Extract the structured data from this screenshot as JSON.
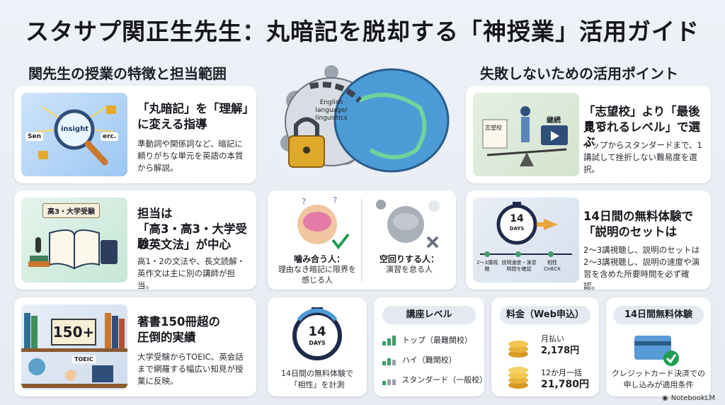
{
  "title": "スタサプ関正生先生：丸暗記を脱却する「神授業」活用ガイド",
  "left_section": "関先生の授業の特徴と担当範囲",
  "right_section": "失敗しないための活用ポイント",
  "card1": {
    "title_l1": "「丸暗記」を「理解」",
    "title_l2": "に変える指導",
    "desc": "準動詞や関係詞など、暗記に頼りがちな単元を英語の本質から解説。",
    "ill_words": [
      "Sen",
      "insight",
      "erc."
    ]
  },
  "card2": {
    "title_l1": "担当は",
    "title_l2": "「高3・高3・大学受験",
    "title_l3": "の英文法」が中心",
    "desc": "高1・2の文法や、長文読解・英作文は主に別の講師が担当。",
    "ill_label": "高3・大学受験"
  },
  "card3": {
    "title_l1": "著書150冊超の",
    "title_l2": "圧倒的実績",
    "desc": "大学受験からTOEIC、英会話まで網羅する幅広い知見が授業に反映。",
    "ill_count": "150+",
    "ill_toeic": "TOEIC"
  },
  "center_top": {
    "lock_text": "English language/ linguistics"
  },
  "center_mid": {
    "good_title": "噛み合う人：",
    "good_desc": "理由なき暗記に限界を感じる人",
    "bad_title": "空回りする人：",
    "bad_desc": "演習を怠る人"
  },
  "trial_card": {
    "timer_num": "14",
    "timer_unit": "DAYS",
    "desc_l1": "14日間の無料体験で",
    "desc_l2": "「相性」を計測"
  },
  "level_card": {
    "label": "講座レベル",
    "items": [
      "トップ（最難関校）",
      "ハイ（難関校）",
      "スタンダード（一般校）"
    ]
  },
  "price_card": {
    "label": "料金（Web申込）",
    "monthly_label": "月払い",
    "monthly_price": "2,178円",
    "yearly_label": "12か月一括",
    "yearly_price": "21,780円"
  },
  "free_card": {
    "label": "14日間無料体験",
    "desc_l1": "クレジットカード決済での",
    "desc_l2": "申し込みが適用条件"
  },
  "rcard1": {
    "title_l1": "「志望校」より「最後まで",
    "title_l2": "見られるレベル」で選ぶ",
    "desc": "トップからスタンダードまで、1講試して挫折しない難易度を選択。",
    "ill_left": "志望校",
    "ill_right": "継続"
  },
  "rcard2": {
    "title_l1": "14日間の無料体験で",
    "title_l2": "「説明のセットは",
    "desc_l1": "2〜3講視聴し、説明のセットは",
    "desc_l2": "2〜3講視聴し、説明の速度や演習を含めた所要時間を必ず確認。",
    "timer_num": "14",
    "timer_unit": "DAYS",
    "step1": "2〜3講視聴",
    "step2": "説明速度・演習時間を確認",
    "step3": "相性CHECK"
  },
  "footer": "NotebookLM"
}
